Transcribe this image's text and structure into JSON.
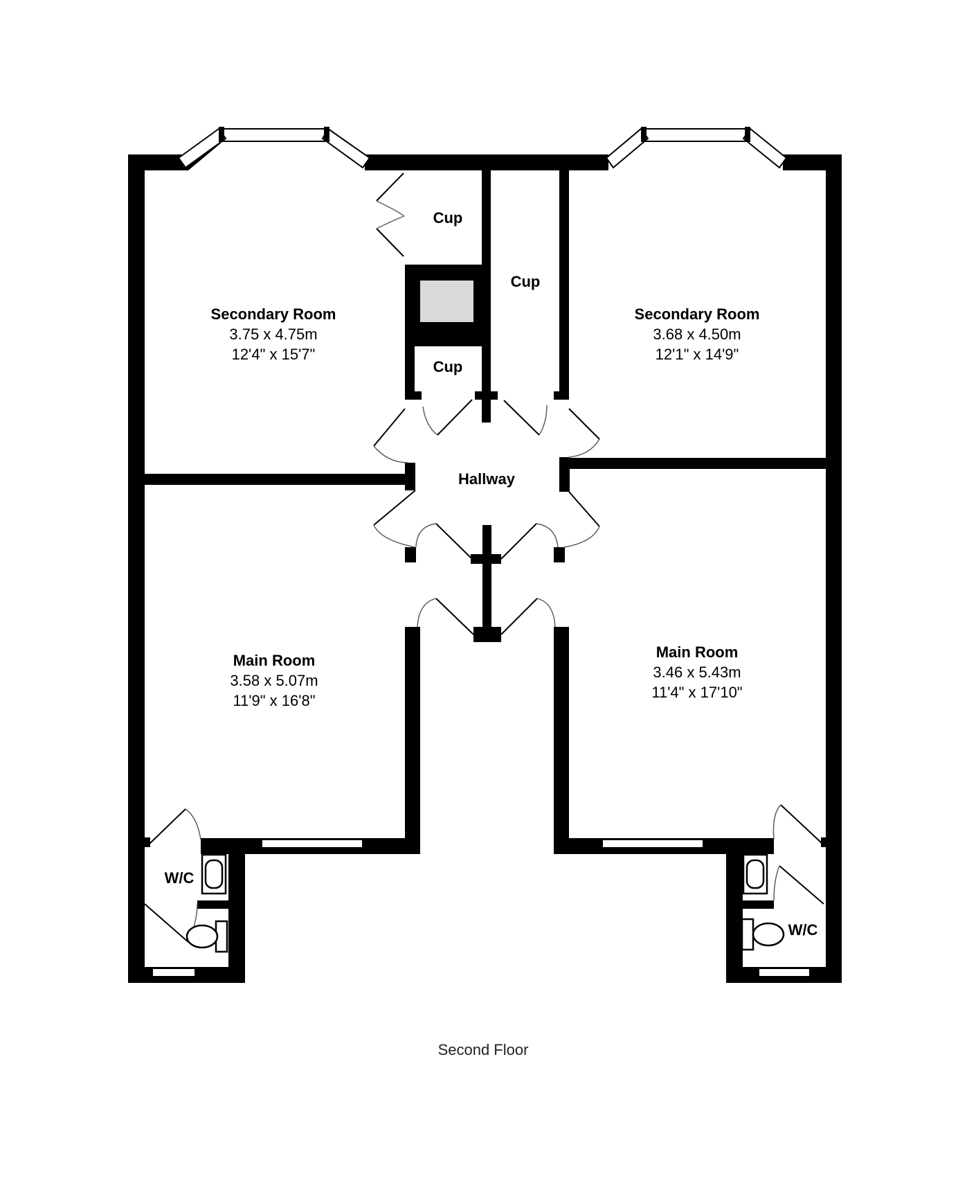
{
  "floor_label": "Second Floor",
  "rooms": [
    {
      "name": "Secondary Room",
      "metric": "3.75 x 4.75m",
      "imperial": "12'4\" x 15'7\""
    },
    {
      "name": "Secondary Room",
      "metric": "3.68 x 4.50m",
      "imperial": "12'1\" x 14'9\""
    },
    {
      "name": "Main Room",
      "metric": "3.58 x 5.07m",
      "imperial": "11'9\" x 16'8\""
    },
    {
      "name": "Main Room",
      "metric": "3.46 x 5.43m",
      "imperial": "11'4\" x 17'10\""
    }
  ],
  "hallway": "Hallway",
  "cupboards": [
    "Cup",
    "Cup",
    "Cup"
  ],
  "wcs": [
    "W/C",
    "W/C"
  ],
  "colors": {
    "wall": "#000000",
    "chimney": "#d9d9d9",
    "background": "#ffffff"
  }
}
